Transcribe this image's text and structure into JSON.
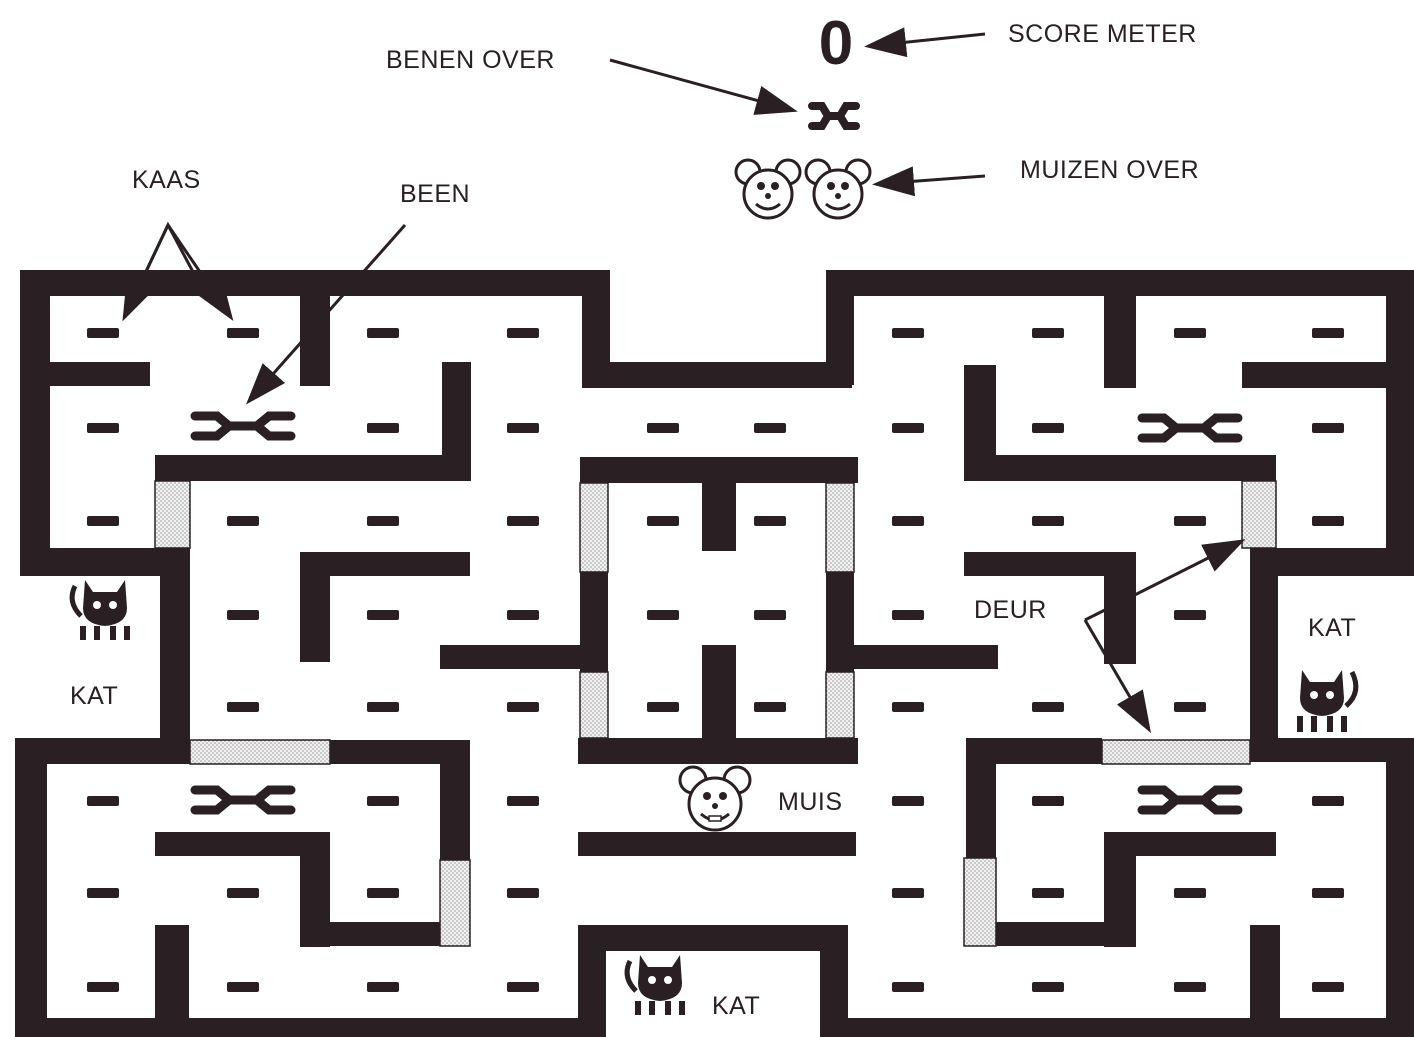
{
  "labels": {
    "score_meter": "SCORE METER",
    "bones_left": "BENEN OVER",
    "mice_left": "MUIZEN OVER",
    "cheese": "KAAS",
    "bone": "BEEN",
    "door": "DEUR",
    "mouse": "MUIS",
    "cat_left": "KAT",
    "cat_right": "KAT",
    "cat_bottom": "KAT"
  },
  "hud": {
    "score_value": "0",
    "bones_remaining": 1,
    "mice_remaining": 2
  },
  "colors": {
    "wall": "#2a2024",
    "door": "#d9d9d9",
    "background": "#ffffff"
  }
}
